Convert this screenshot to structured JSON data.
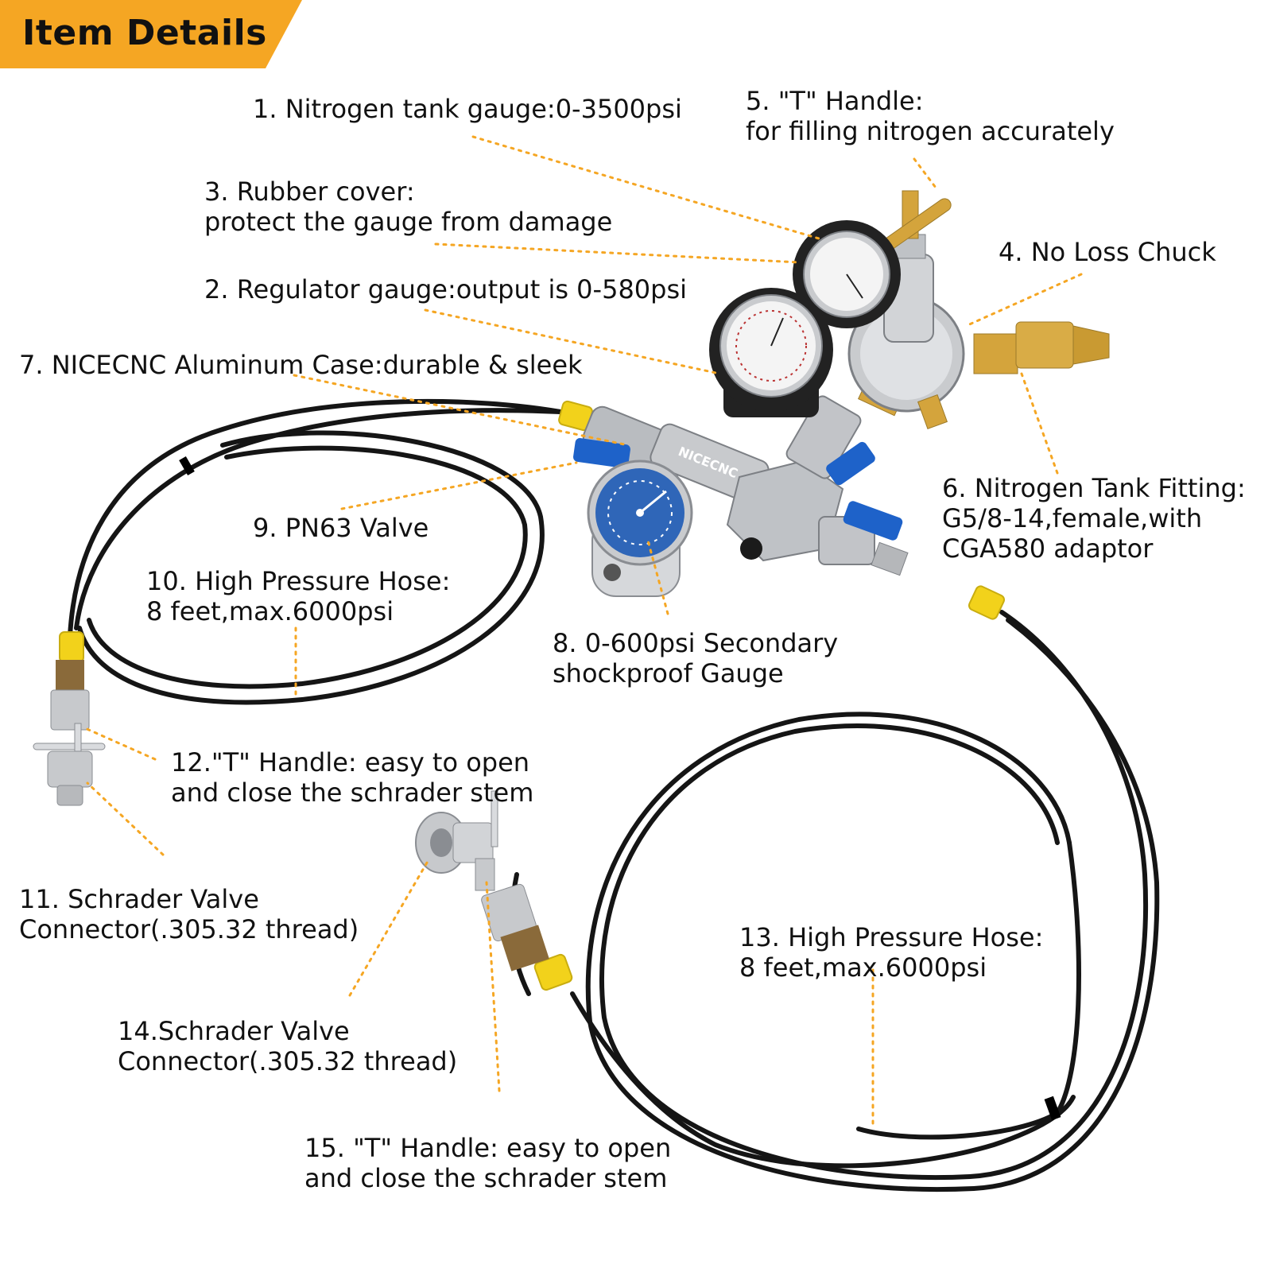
{
  "header": {
    "title": "Item Details",
    "accent_color": "#f5a623"
  },
  "brand": {
    "case_text": "NICECNC"
  },
  "colors": {
    "leader": "#f5a623",
    "hose": "#151515",
    "ferrule": "#f2d21b",
    "valve_handle": "#1e62c9",
    "rubber": "#222222",
    "brass": "#d4a43c"
  },
  "callouts": [
    {
      "id": "nitrogen-tank-gauge",
      "lines": [
        "1. Nitrogen tank gauge:0-3500psi"
      ]
    },
    {
      "id": "regulator-gauge",
      "lines": [
        "2. Regulator gauge:output is 0-580psi"
      ]
    },
    {
      "id": "rubber-cover",
      "lines": [
        "3. Rubber cover:",
        "protect the gauge from damage"
      ]
    },
    {
      "id": "no-loss-chuck",
      "lines": [
        "4. No Loss Chuck"
      ]
    },
    {
      "id": "t-handle-regulator",
      "lines": [
        "5. \"T\" Handle:",
        "for filling nitrogen accurately"
      ]
    },
    {
      "id": "nitrogen-tank-fitting",
      "lines": [
        "6. Nitrogen Tank Fitting:",
        "G5/8-14,female,with",
        "CGA580 adaptor"
      ]
    },
    {
      "id": "aluminum-case",
      "lines": [
        "7. NICECNC Aluminum Case:durable & sleek"
      ]
    },
    {
      "id": "secondary-gauge",
      "lines": [
        "8. 0-600psi Secondary",
        "shockproof Gauge"
      ]
    },
    {
      "id": "pn63-valve",
      "lines": [
        "9. PN63 Valve"
      ]
    },
    {
      "id": "high-pressure-hose-left",
      "lines": [
        "10. High Pressure Hose:",
        "8 feet,max.6000psi"
      ]
    },
    {
      "id": "schrader-connector-left",
      "lines": [
        "11. Schrader Valve",
        "Connector(.305.32 thread)"
      ]
    },
    {
      "id": "t-handle-left",
      "lines": [
        "12.\"T\" Handle: easy to open",
        "and close the schrader stem"
      ]
    },
    {
      "id": "high-pressure-hose-right",
      "lines": [
        "13. High Pressure Hose:",
        "8 feet,max.6000psi"
      ]
    },
    {
      "id": "schrader-connector-right",
      "lines": [
        "14.Schrader Valve",
        "Connector(.305.32 thread)"
      ]
    },
    {
      "id": "t-handle-right",
      "lines": [
        "15. \"T\" Handle: easy to open",
        "and close the schrader stem"
      ]
    }
  ]
}
